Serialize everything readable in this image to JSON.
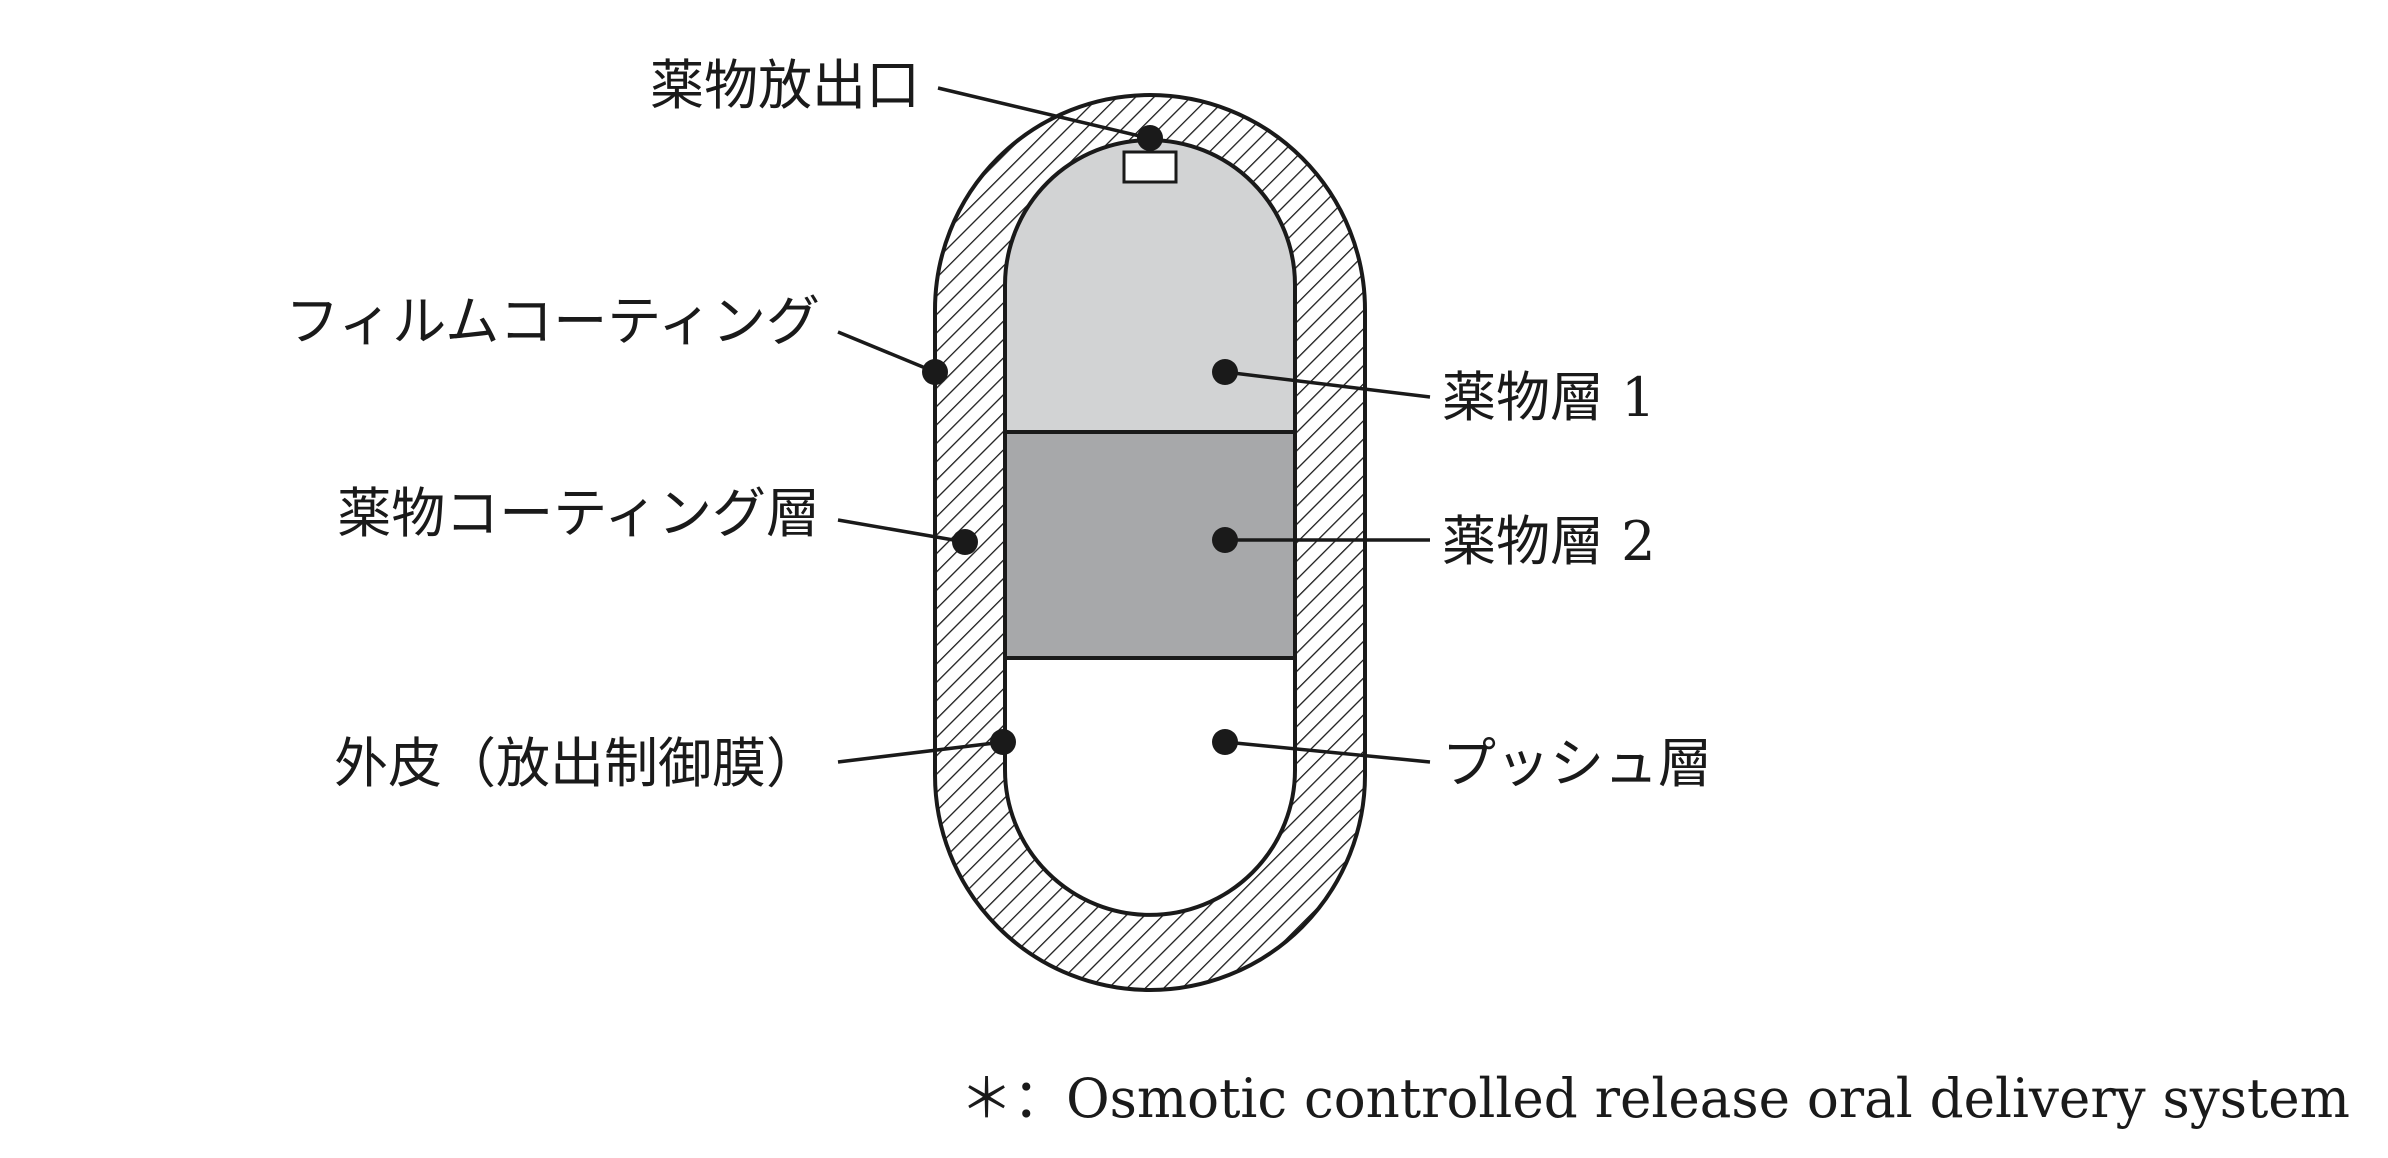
{
  "labels": {
    "drug_release_orifice": "薬物放出口",
    "film_coating": "フィルムコーティング",
    "drug_coating_layer": "薬物コーティング層",
    "outer_membrane": "外皮（放出制御膜）",
    "drug_layer_1": "薬物層 1",
    "drug_layer_2": "薬物層 2",
    "push_layer": "プッシュ層"
  },
  "footnote": "＊：Osmotic controlled release oral delivery system",
  "colors": {
    "drug_layer_1_fill": "#d2d3d4",
    "drug_layer_2_fill": "#a7a8aa",
    "push_layer_fill": "#ffffff",
    "hatch_stroke": "#1a1a1a",
    "line": "#1a1a1a"
  }
}
